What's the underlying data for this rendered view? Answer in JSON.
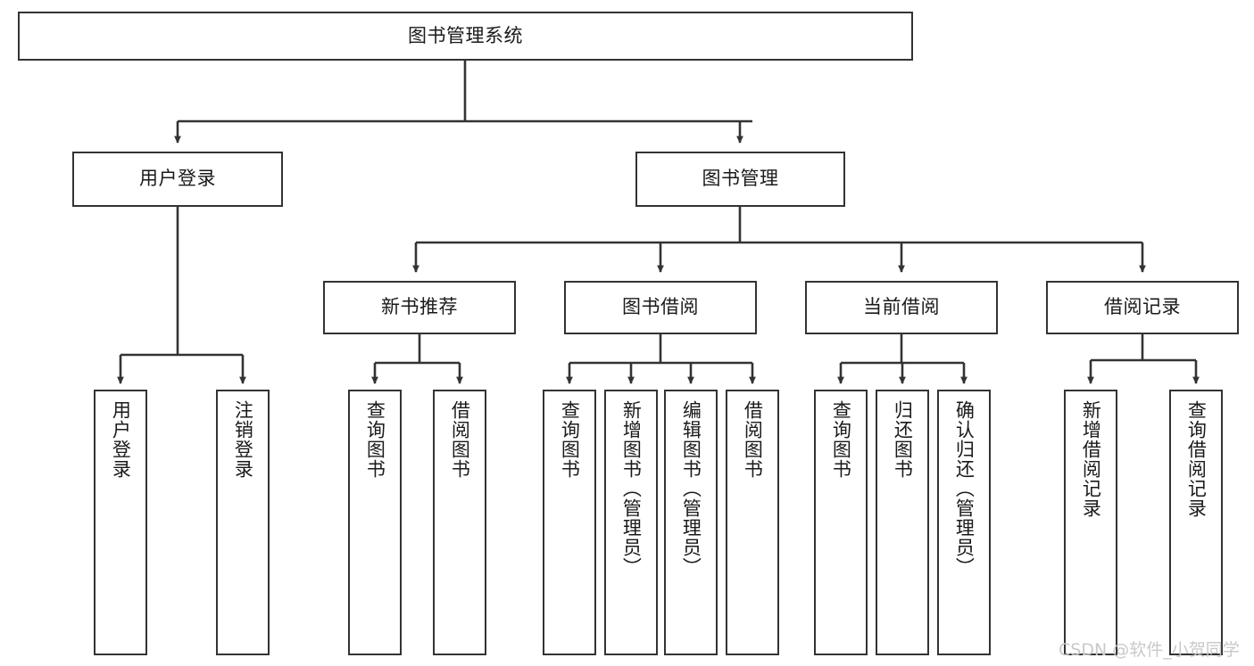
{
  "diagram": {
    "type": "tree",
    "title": "图书管理系统",
    "orientation": "top-down",
    "edge_color": "#333333",
    "node_border_color": "#333333",
    "node_fill_color": "#ffffff",
    "text_color": "#1a1a1a",
    "watermark": "CSDN @软件_小贺同学",
    "watermark_color": "#c9c9c9"
  },
  "nodes": {
    "root": {
      "label": "图书管理系统",
      "level": 1,
      "orientation": "horizontal"
    },
    "l2": [
      {
        "id": "user-login",
        "label": "用户登录",
        "level": 2,
        "orientation": "horizontal"
      },
      {
        "id": "book-manage",
        "label": "图书管理",
        "level": 2,
        "orientation": "horizontal"
      }
    ],
    "l3": [
      {
        "id": "new-book-rec",
        "label": "新书推荐",
        "level": 3,
        "orientation": "horizontal",
        "parent": "book-manage"
      },
      {
        "id": "book-borrow",
        "label": "图书借阅",
        "level": 3,
        "orientation": "horizontal",
        "parent": "book-manage"
      },
      {
        "id": "current-borrow",
        "label": "当前借阅",
        "level": 3,
        "orientation": "horizontal",
        "parent": "book-manage"
      },
      {
        "id": "borrow-record",
        "label": "借阅记录",
        "level": 3,
        "orientation": "horizontal",
        "parent": "book-manage"
      }
    ],
    "leaves": [
      {
        "id": "leaf-user-login",
        "label": "用户登录",
        "parent": "user-login",
        "orientation": "vertical"
      },
      {
        "id": "leaf-user-logout",
        "label": "注销登录",
        "parent": "user-login",
        "orientation": "vertical"
      },
      {
        "id": "leaf-rec-query",
        "label": "查询图书",
        "parent": "new-book-rec",
        "orientation": "vertical"
      },
      {
        "id": "leaf-rec-borrow",
        "label": "借阅图书",
        "parent": "new-book-rec",
        "orientation": "vertical"
      },
      {
        "id": "leaf-borrow-query",
        "label": "查询图书",
        "parent": "book-borrow",
        "orientation": "vertical"
      },
      {
        "id": "leaf-borrow-add",
        "label": "新增图书（管理员）",
        "parent": "book-borrow",
        "orientation": "vertical"
      },
      {
        "id": "leaf-borrow-edit",
        "label": "编辑图书（管理员）",
        "parent": "book-borrow",
        "orientation": "vertical"
      },
      {
        "id": "leaf-borrow-lend",
        "label": "借阅图书",
        "parent": "book-borrow",
        "orientation": "vertical"
      },
      {
        "id": "leaf-cur-query",
        "label": "查询图书",
        "parent": "current-borrow",
        "orientation": "vertical"
      },
      {
        "id": "leaf-cur-return",
        "label": "归还图书",
        "parent": "current-borrow",
        "orientation": "vertical"
      },
      {
        "id": "leaf-cur-confirm",
        "label": "确认归还（管理员）",
        "parent": "current-borrow",
        "orientation": "vertical"
      },
      {
        "id": "leaf-rec-add",
        "label": "新增借阅记录",
        "parent": "borrow-record",
        "orientation": "vertical"
      },
      {
        "id": "leaf-rec-search",
        "label": "查询借阅记录",
        "parent": "borrow-record",
        "orientation": "vertical"
      }
    ]
  }
}
